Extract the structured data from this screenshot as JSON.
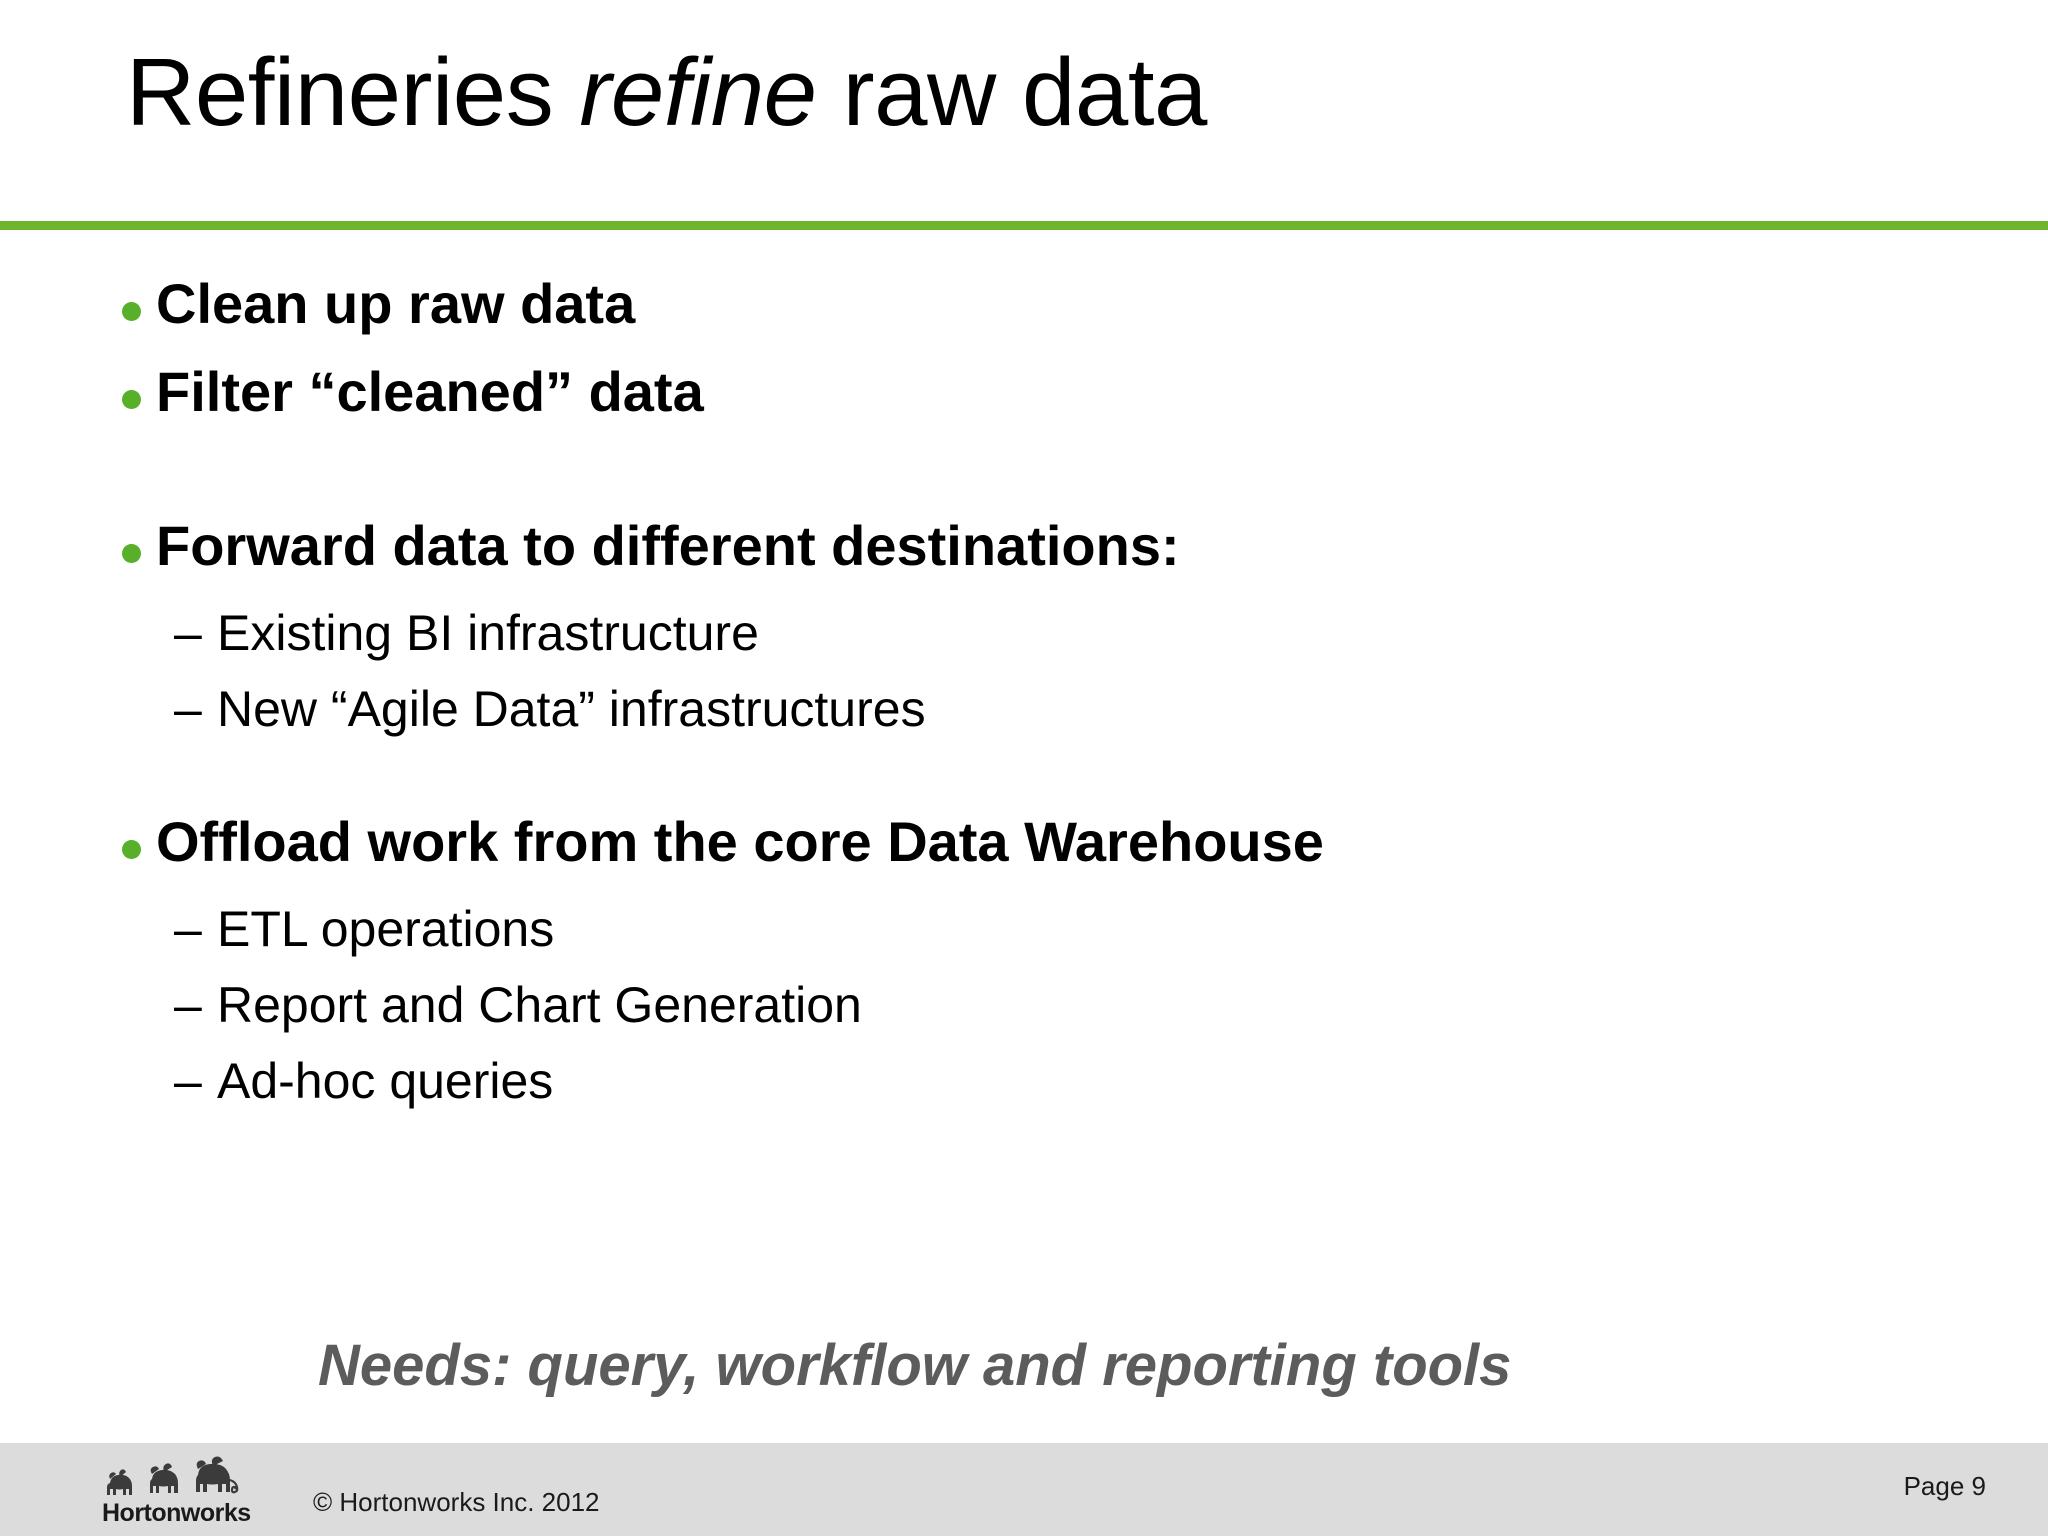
{
  "slide": {
    "title_part1": "Refineries ",
    "title_emphasis": "refine",
    "title_part2": " raw data",
    "accent_color": "#6DB52C",
    "bullet_color": "#58B02A",
    "footer_bg": "#DCDCDC",
    "needs_color": "#5C5C5C"
  },
  "content": {
    "bullets": [
      {
        "level": 1,
        "text": "Clean up raw data"
      },
      {
        "level": 1,
        "text": "Filter “cleaned” data"
      },
      {
        "level": 1,
        "text": "Forward data to different destinations:"
      },
      {
        "level": 2,
        "dash": "–",
        "text": "Existing BI infrastructure"
      },
      {
        "level": 2,
        "dash": "–",
        "text": "New “Agile Data” infrastructures"
      },
      {
        "level": 1,
        "text": "Offload work from the core Data Warehouse"
      },
      {
        "level": 2,
        "dash": "–",
        "text": "ETL operations"
      },
      {
        "level": 2,
        "dash": "–",
        "text": "Report and Chart Generation"
      },
      {
        "level": 2,
        "dash": "–",
        "text": "Ad-hoc queries"
      }
    ],
    "needs_line": "Needs: query, workflow and reporting tools"
  },
  "footer": {
    "logo_wordmark": "Hortonworks",
    "copyright": "© Hortonworks Inc. 2012",
    "page_label": "Page 9"
  }
}
